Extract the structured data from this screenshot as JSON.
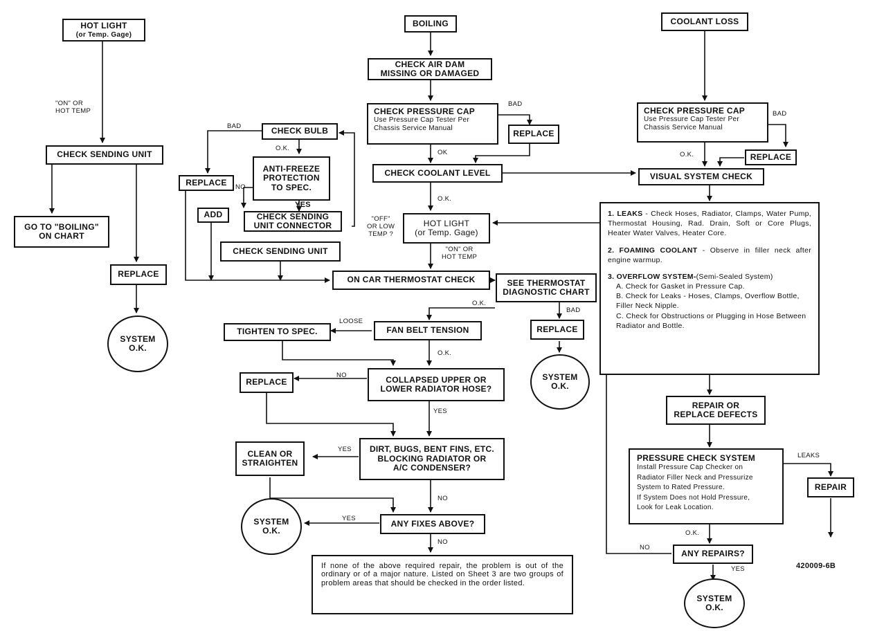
{
  "col_left": {
    "hot_light_title": "HOT LIGHT",
    "hot_light_sub": "(or Temp. Gage)",
    "on_hot_temp": "\"ON\" OR\nHOT TEMP",
    "check_sending_unit": "CHECK SENDING UNIT",
    "goto_boiling": "GO TO \"BOILING\"\nON CHART",
    "replace": "REPLACE",
    "system_ok": "SYSTEM\nO.K."
  },
  "col_mid": {
    "check_bulb": "CHECK BULB",
    "bad": "BAD",
    "ok": "O.K.",
    "anti_freeze": "ANTI-FREEZE\nPROTECTION\nTO SPEC.",
    "no": "NO",
    "replace": "REPLACE",
    "yes": "YES",
    "add": "ADD",
    "check_connector": "CHECK SENDING\nUNIT CONNECTOR",
    "check_sending_unit": "CHECK SENDING UNIT"
  },
  "col_center": {
    "boiling": "BOILING",
    "air_dam": "CHECK AIR DAM\nMISSING OR DAMAGED",
    "pressure_cap_title": "CHECK PRESSURE CAP",
    "pressure_cap_sub": "Use Pressure Cap Tester Per\nChassis Service Manual",
    "bad": "BAD",
    "replace": "REPLACE",
    "ok": "OK",
    "check_coolant_level": "CHECK COOLANT LEVEL",
    "ok2": "O.K.",
    "hot_light": "HOT LIGHT\n(or Temp. Gage)",
    "off_low": "\"OFF\"\nOR LOW\nTEMP ?",
    "on_hot": "\"ON\" OR\nHOT TEMP",
    "thermostat_check": "ON CAR THERMOSTAT CHECK",
    "see_thermostat": "SEE THERMOSTAT\nDIAGNOSTIC CHART",
    "bad2": "BAD",
    "replace2": "REPLACE",
    "system_ok": "SYSTEM\nO.K.",
    "ok3": "O.K.",
    "loose": "LOOSE",
    "tighten": "TIGHTEN TO SPEC.",
    "fan_belt": "FAN BELT TENSION",
    "ok4": "O.K.",
    "replace3": "REPLACE",
    "no": "NO",
    "collapsed": "COLLAPSED UPPER OR\nLOWER RADIATOR HOSE?",
    "yes": "YES",
    "clean": "CLEAN OR\nSTRAIGHTEN",
    "yes2": "YES",
    "dirt": "DIRT, BUGS, BENT FINS, ETC.\nBLOCKING RADIATOR OR\nA/C CONDENSER?",
    "no2": "NO",
    "system_ok2": "SYSTEM\nO.K.",
    "yes3": "YES",
    "any_fixes": "ANY FIXES ABOVE?",
    "no3": "NO",
    "note": "If none of the above required repair, the problem is out of the ordinary or of a major nature. Listed on Sheet 3 are two groups of problem areas that should be checked in the order listed."
  },
  "col_right": {
    "coolant_loss": "COOLANT LOSS",
    "pressure_cap_title": "CHECK PRESSURE CAP",
    "pressure_cap_sub": "Use Pressure Cap Tester Per\nChassis Service Manual",
    "bad": "BAD",
    "ok": "O.K.",
    "replace": "REPLACE",
    "visual_check": "VISUAL SYSTEM CHECK",
    "leaks_head": "1. LEAKS",
    "leaks_text": "- Check Hoses, Radiator, Clamps, Water Pump, Thermostat Housing, Rad. Drain, Soft or Core Plugs, Heater Water Valves, Heater Core.",
    "foaming_head": "2. FOAMING COOLANT",
    "foaming_text": "- Observe in filler neck after engine warmup.",
    "overflow_head": "3. OVERFLOW SYSTEM-",
    "overflow_paren": "(Semi-Sealed System)",
    "overflow_a": "A. Check for Gasket in Pressure Cap.",
    "overflow_b": "B. Check for Leaks - Hoses, Clamps, Overflow Bottle, Filler Neck Nipple.",
    "overflow_c": "C. Check for Obstructions or Plugging in Hose Between Radiator and Bottle.",
    "repair_defects": "REPAIR OR\nREPLACE DEFECTS",
    "pressure_check_title": "PRESSURE CHECK SYSTEM",
    "pressure_check_sub": "Install Pressure Cap Checker on\nRadiator Filler Neck and Pressurize\nSystem to Rated Pressure.\nIf System Does not Hold Pressure,\nLook for Leak Location.",
    "leaks": "LEAKS",
    "repair": "REPAIR",
    "ok2": "O.K.",
    "no": "NO",
    "any_repairs": "ANY REPAIRS?",
    "yes": "YES",
    "system_ok": "SYSTEM\nO.K."
  },
  "figure_number": "420009-6B"
}
